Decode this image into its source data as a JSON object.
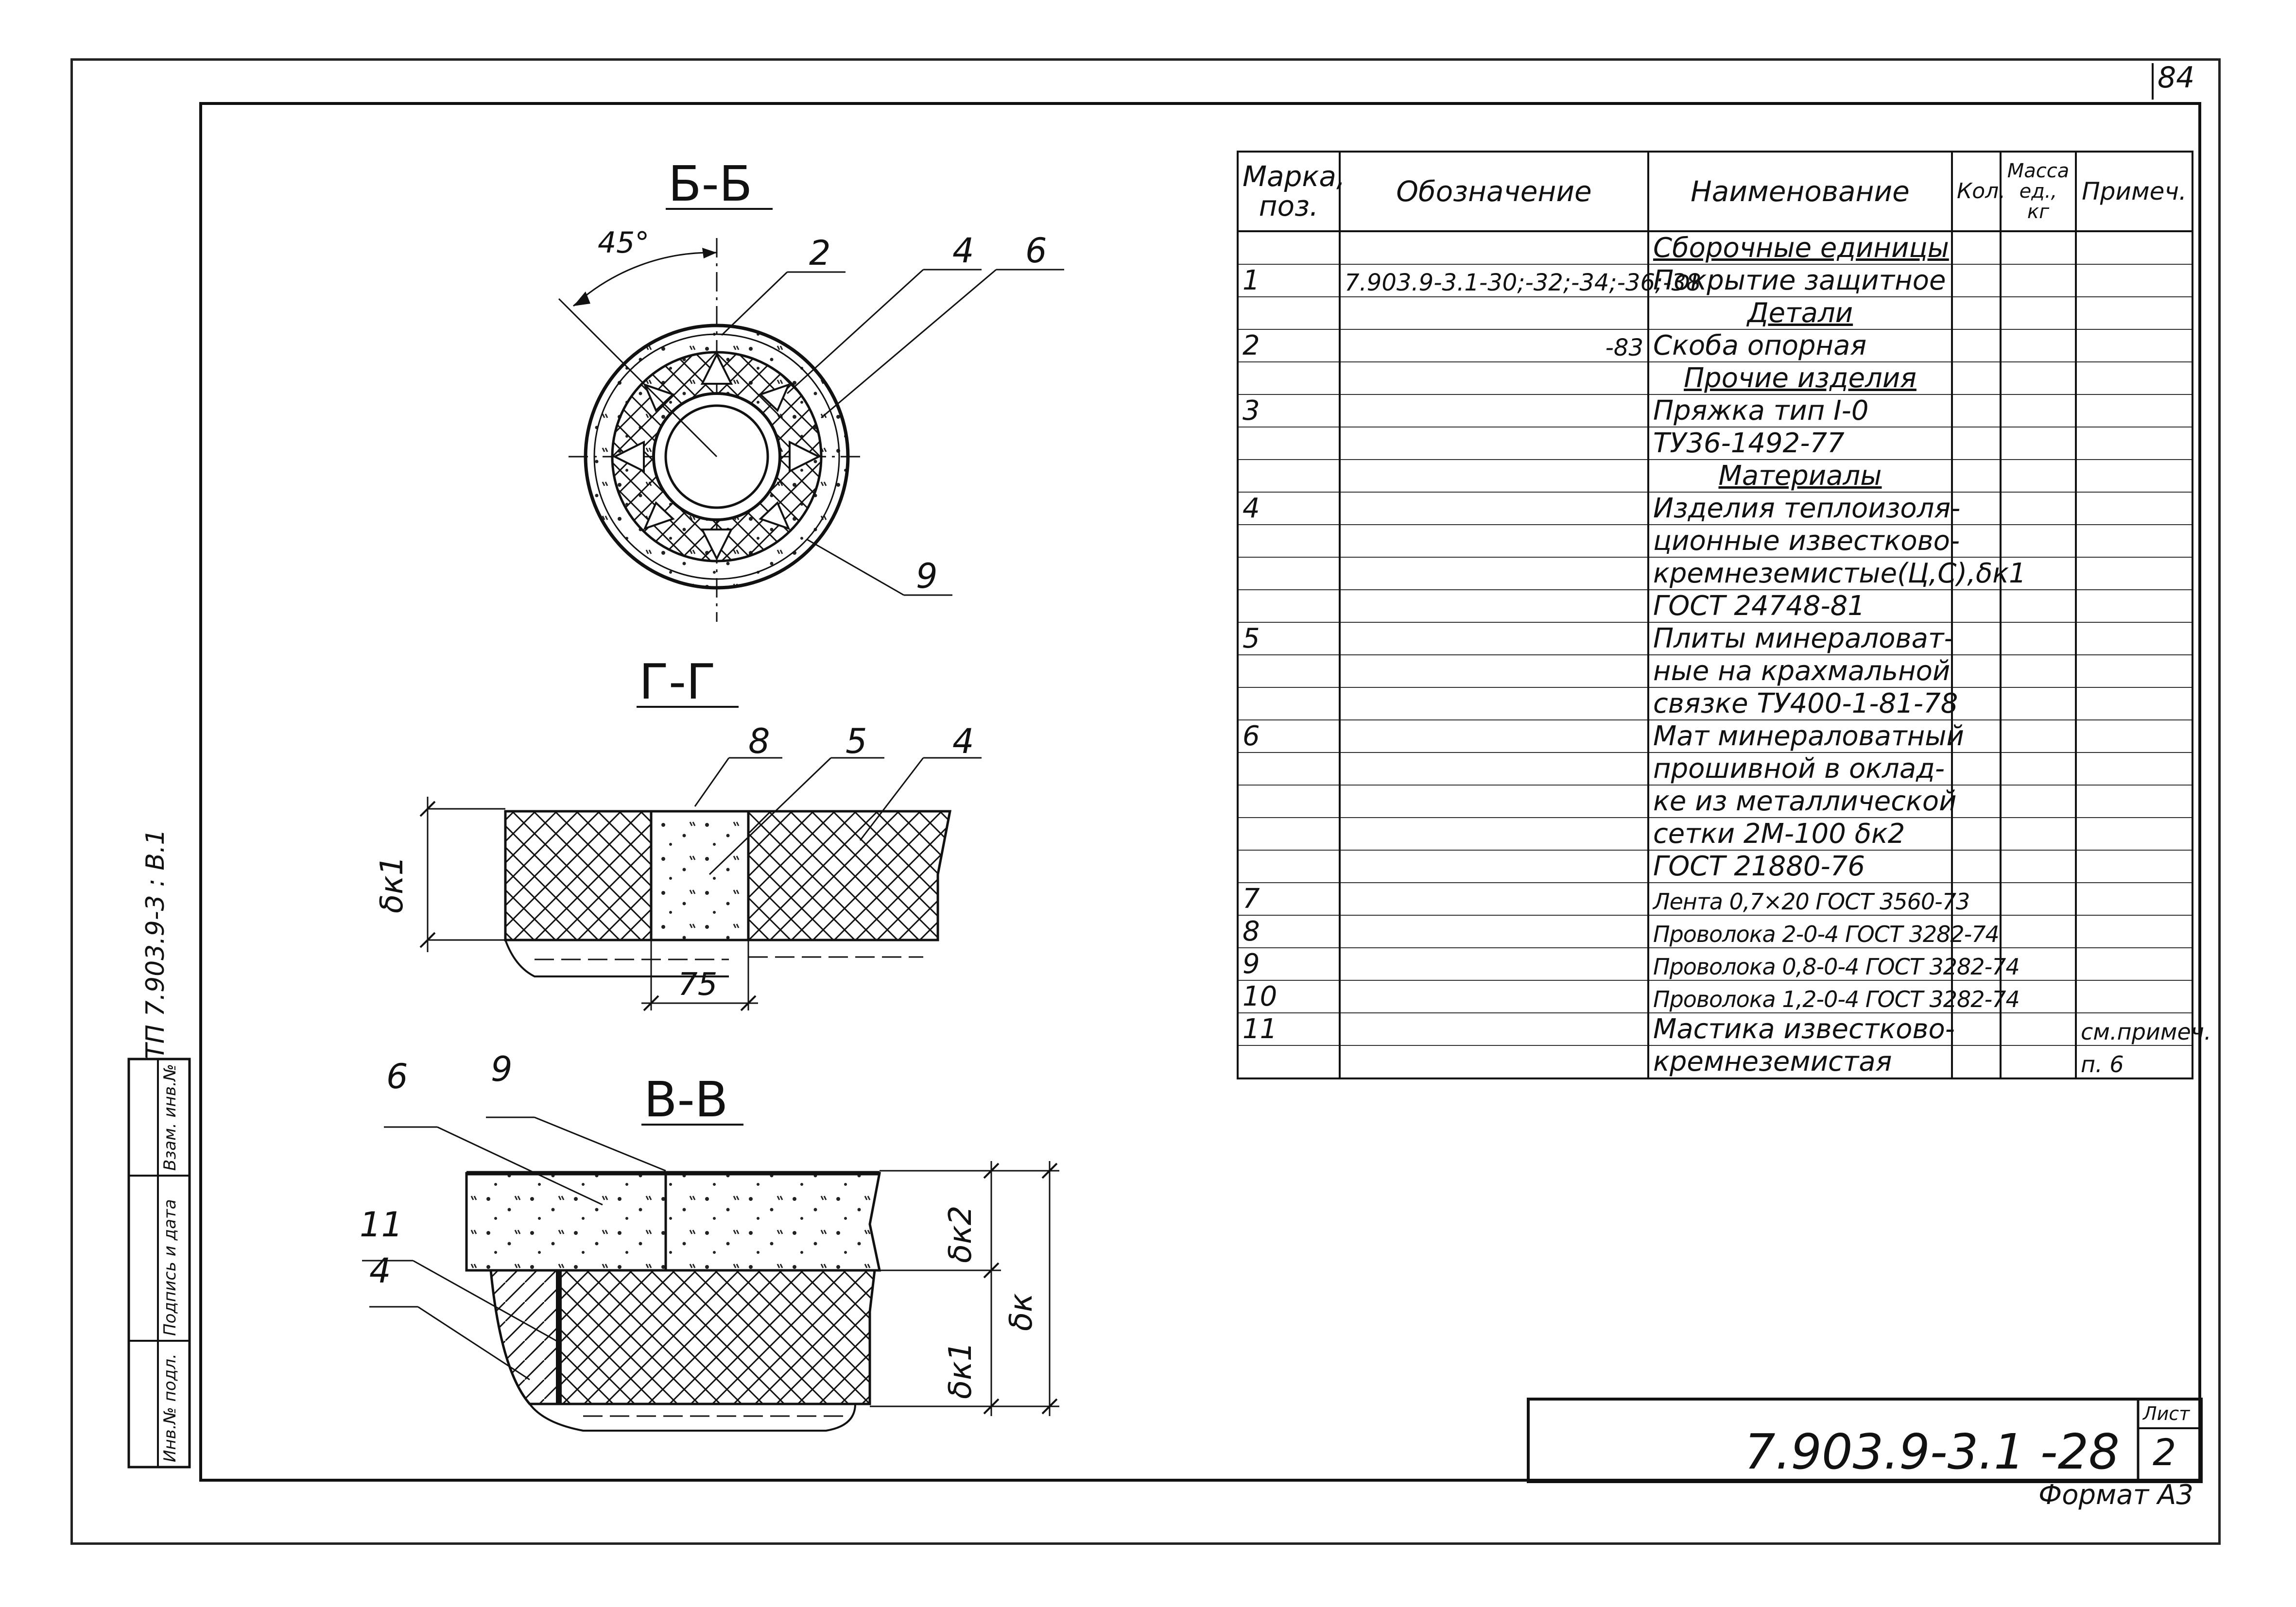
{
  "page_number": "84",
  "sections": {
    "bb": "Б-Б",
    "gg": "Г-Г",
    "vv": "В-В"
  },
  "bb_labels": {
    "angle": "45°",
    "l2": "2",
    "l4": "4",
    "l6": "6",
    "l9": "9"
  },
  "gg_labels": {
    "l8": "8",
    "l5": "5",
    "l4": "4",
    "dim_width": "75",
    "thickness": "δк1"
  },
  "vv_labels": {
    "l6": "6",
    "l9": "9",
    "l11": "11",
    "l4": "4",
    "d_k2": "δк2",
    "d_k1": "δк1",
    "d_k": "δк"
  },
  "side_stamp": {
    "doc_code": "ТП 7.903.9-3 : В.1",
    "inv_podl": "Инв.№ подл.",
    "podpis": "Подпись и дата",
    "vzam": "Взам. инв.№"
  },
  "spec_table": {
    "headers": {
      "mark": "Марка, поз.",
      "designation": "Обозначение",
      "name": "Наименование",
      "qty": "Кол.",
      "mass": "Масса ед., кг",
      "note": "Примеч."
    },
    "rows": [
      {
        "mark": "",
        "code": "",
        "name": "Сборочные единицы",
        "section": true,
        "note": ""
      },
      {
        "mark": "1",
        "code": "7.903.9-3.1-30;-32;-34;-36;-38",
        "name": "Покрытие защитное",
        "section": false,
        "note": ""
      },
      {
        "mark": "",
        "code": "",
        "name": "Детали",
        "section": true,
        "note": ""
      },
      {
        "mark": "2",
        "code": "-83",
        "name": "Скоба опорная",
        "section": false,
        "note": ""
      },
      {
        "mark": "",
        "code": "",
        "name": "Прочие изделия",
        "section": true,
        "note": ""
      },
      {
        "mark": "3",
        "code": "",
        "name": "Пряжка тип I-0",
        "section": false,
        "note": ""
      },
      {
        "mark": "",
        "code": "",
        "name": "ТУ36-1492-77",
        "section": false,
        "note": ""
      },
      {
        "mark": "",
        "code": "",
        "name": "Материалы",
        "section": true,
        "note": ""
      },
      {
        "mark": "4",
        "code": "",
        "name": "Изделия теплоизоля-",
        "section": false,
        "note": ""
      },
      {
        "mark": "",
        "code": "",
        "name": "ционные известково-",
        "section": false,
        "note": ""
      },
      {
        "mark": "",
        "code": "",
        "name": "кремнеземистые(Ц,С),δк1",
        "section": false,
        "note": ""
      },
      {
        "mark": "",
        "code": "",
        "name": "ГОСТ 24748-81",
        "section": false,
        "note": ""
      },
      {
        "mark": "5",
        "code": "",
        "name": "Плиты минераловат-",
        "section": false,
        "note": ""
      },
      {
        "mark": "",
        "code": "",
        "name": "ные на крахмальной",
        "section": false,
        "note": ""
      },
      {
        "mark": "",
        "code": "",
        "name": "связке ТУ400-1-81-78",
        "section": false,
        "note": ""
      },
      {
        "mark": "6",
        "code": "",
        "name": "Мат минераловатный",
        "section": false,
        "note": ""
      },
      {
        "mark": "",
        "code": "",
        "name": "прошивной в оклад-",
        "section": false,
        "note": ""
      },
      {
        "mark": "",
        "code": "",
        "name": "ке из металлической",
        "section": false,
        "note": ""
      },
      {
        "mark": "",
        "code": "",
        "name": "сетки 2М-100 δк2",
        "section": false,
        "note": ""
      },
      {
        "mark": "",
        "code": "",
        "name": "ГОСТ 21880-76",
        "section": false,
        "note": ""
      },
      {
        "mark": "7",
        "code": "",
        "name": "Лента 0,7×20 ГОСТ 3560-73",
        "section": false,
        "note": ""
      },
      {
        "mark": "8",
        "code": "",
        "name": "Проволока 2-0-4 ГОСТ 3282-74",
        "section": false,
        "note": ""
      },
      {
        "mark": "9",
        "code": "",
        "name": "Проволока 0,8-0-4 ГОСТ 3282-74",
        "section": false,
        "note": ""
      },
      {
        "mark": "10",
        "code": "",
        "name": "Проволока 1,2-0-4 ГОСТ 3282-74",
        "section": false,
        "note": ""
      },
      {
        "mark": "11",
        "code": "",
        "name": "Мастика известково-",
        "section": false,
        "note": "см.примеч."
      },
      {
        "mark": "",
        "code": "",
        "name": "кремнеземистая",
        "section": false,
        "note": "п. 6"
      }
    ]
  },
  "title_block": {
    "doc_number": "7.903.9-3.1 -28",
    "sheet_label": "Лист",
    "sheet_number": "2",
    "format": "Формат А3"
  }
}
